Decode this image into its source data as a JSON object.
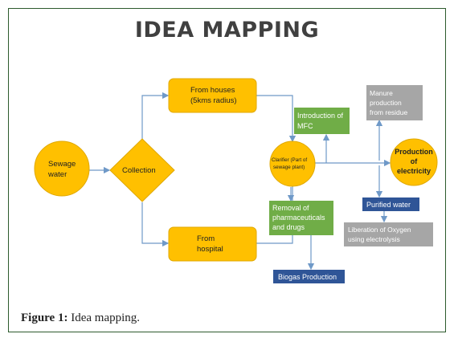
{
  "title": "IDEA MAPPING",
  "caption": {
    "figure_label": "Figure 1:",
    "text": "Idea mapping."
  },
  "nodes": {
    "sewage": [
      "Sewage",
      "water"
    ],
    "collection": [
      "Collection"
    ],
    "houses": [
      "From houses",
      "(5kms radius)"
    ],
    "hospital": [
      "From",
      "hospital"
    ],
    "clarifier": [
      "Clarifier (Part of",
      "sewage plant)"
    ],
    "mfc": [
      "Introduction of",
      "MFC"
    ],
    "pharma": [
      "Removal of",
      "pharmaceuticals",
      "and drugs"
    ],
    "biogas": [
      "Biogas Production"
    ],
    "manure": [
      "Manure",
      "production",
      "from residue"
    ],
    "electricity": [
      "Production",
      "of",
      "electricity"
    ],
    "purified": [
      "Purified water"
    ],
    "oxygen": [
      "Liberation of Oxygen",
      "using electrolysis"
    ]
  },
  "colors": {
    "orange": "#ffc000",
    "green": "#70ad47",
    "navy": "#2f5597",
    "gray": "#a6a6a6",
    "arrow": "#6f99c8",
    "frame": "#2d5a2d"
  }
}
